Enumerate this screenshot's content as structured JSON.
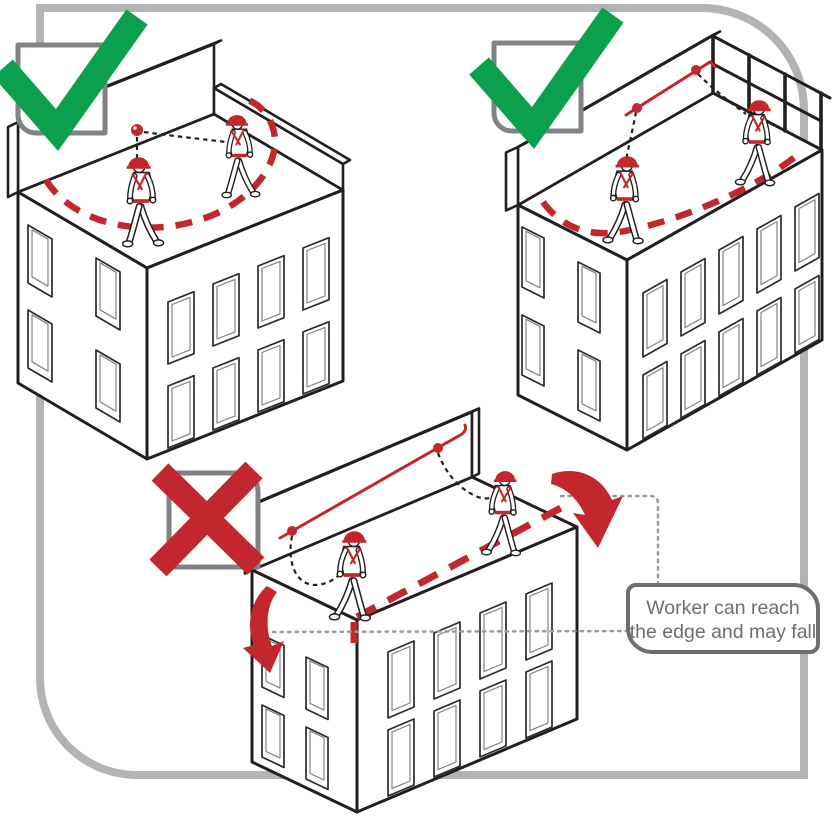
{
  "callout": {
    "line1": "Worker can reach",
    "line2": "the edge and may fall"
  },
  "icons": {
    "approved": "green-checkmark",
    "rejected": "red-cross"
  },
  "panels": [
    {
      "name": "roof-anchor-point-system",
      "verdict": "approved"
    },
    {
      "name": "short-horizontal-lifeline-with-guardrail",
      "verdict": "approved"
    },
    {
      "name": "long-lifeline-worker-reaches-edge",
      "verdict": "rejected"
    }
  ],
  "colors": {
    "safe_green": "#0ba04e",
    "danger_red": "#c1272d",
    "frame_gray": "#b1b3b5",
    "box_border_gray": "#808285",
    "callout_gray": "#6d6e71",
    "line_black": "#231f20"
  }
}
